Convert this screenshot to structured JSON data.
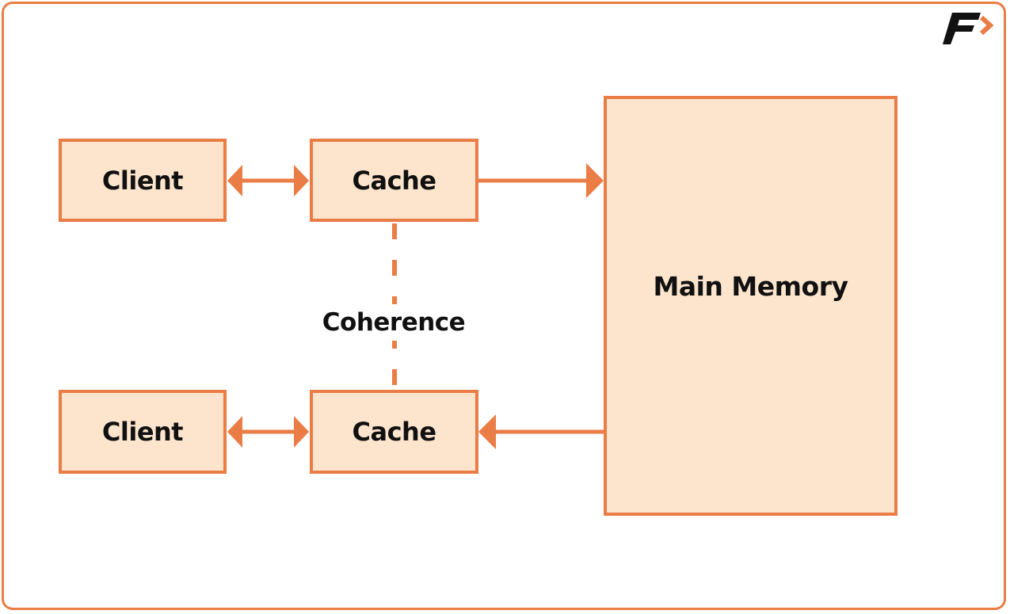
{
  "diagram": {
    "nodes": {
      "client_top": "Client",
      "cache_top": "Cache",
      "client_bottom": "Client",
      "cache_bottom": "Cache",
      "main_memory": "Main Memory"
    },
    "coherence_label": "Coherence",
    "edges": [
      {
        "from": "client_top",
        "to": "cache_top",
        "direction": "both"
      },
      {
        "from": "client_bottom",
        "to": "cache_bottom",
        "direction": "both"
      },
      {
        "from": "cache_top",
        "to": "main_memory",
        "direction": "forward"
      },
      {
        "from": "main_memory",
        "to": "cache_bottom",
        "direction": "forward"
      },
      {
        "from": "cache_top",
        "to": "cache_bottom",
        "style": "dashed",
        "label": "Coherence"
      }
    ]
  },
  "logo": {
    "icon": "f-arrow-logo-icon"
  },
  "colors": {
    "accent": "#ea7c45",
    "box_fill": "#fde5cd",
    "text": "#111111",
    "logo_dark": "#111111"
  }
}
